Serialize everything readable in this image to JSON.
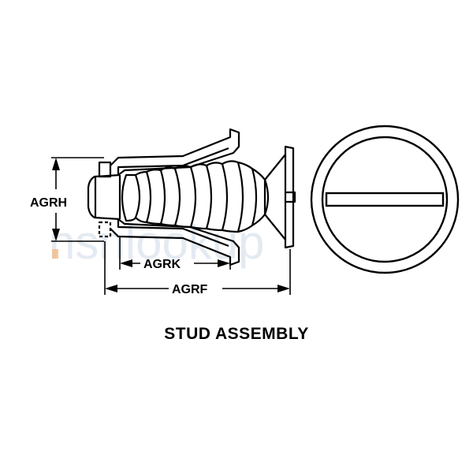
{
  "labels": {
    "agrh": "AGRH",
    "agrk": "AGRK",
    "agrf": "AGRF"
  },
  "caption": "STUD ASSEMBLY",
  "watermark": {
    "text": "nsnlookup"
  },
  "colors": {
    "line": "#000000",
    "background": "#ffffff",
    "watermark": "#cfd9e8",
    "watermark_accent": "#f2b98a"
  }
}
